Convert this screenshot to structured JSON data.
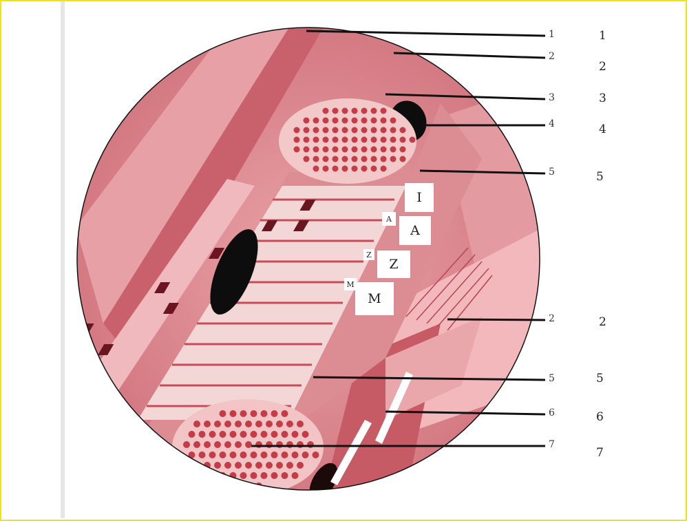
{
  "leaders": [
    {
      "label": "1",
      "right": "1"
    },
    {
      "label": "2",
      "right": "2"
    },
    {
      "label": "3",
      "right": "3"
    },
    {
      "label": "4",
      "right": "4"
    },
    {
      "label": "5",
      "right": "5"
    },
    {
      "label": "2",
      "right": "2"
    },
    {
      "label": "5",
      "right": "5"
    },
    {
      "label": "6",
      "right": "6"
    },
    {
      "label": "7",
      "right": "7"
    }
  ],
  "bands": {
    "I": "I",
    "A": "A",
    "Z": "Z",
    "M": "M",
    "A_small": "A",
    "Z_small": "Z",
    "M_small": "M"
  },
  "colors": {
    "frame": "#f2e600",
    "tissue": "#d9808a",
    "tissue_dark": "#b0404f",
    "nucleus": "#111111",
    "fiber_dots": "#c43c45"
  }
}
